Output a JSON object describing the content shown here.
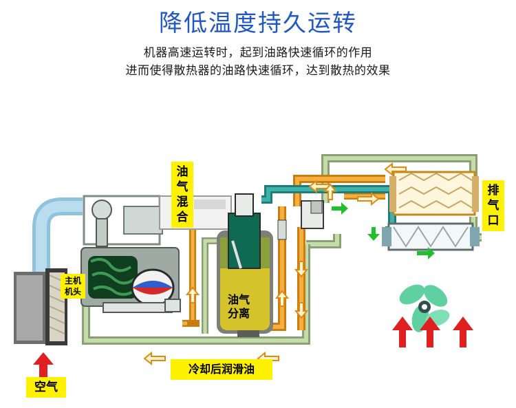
{
  "title": "降低温度持久运转",
  "subtitle_lines": [
    "机器高速运转时，起到油路快速循环的作用",
    "进而使得散热器的油路快速循环，达到散热的效果"
  ],
  "labels": {
    "oil_gas_mix": [
      "油",
      "气",
      "混",
      "合"
    ],
    "exhaust": [
      "排",
      "气",
      "口"
    ],
    "air": "空气",
    "cooled_oil": "冷却后润滑油",
    "separation": [
      "油气",
      "分离"
    ],
    "main_unit": [
      "主机",
      "机头"
    ]
  },
  "colors": {
    "title": "#1f57c4",
    "label_bg": "#fff200",
    "oil_line": "#f0a020",
    "return_line": "#a7c58a",
    "teal_line": "#39a19a",
    "arrow_red": "#e02020",
    "arrow_green": "#22c030",
    "fan": "#5fd0a0"
  }
}
